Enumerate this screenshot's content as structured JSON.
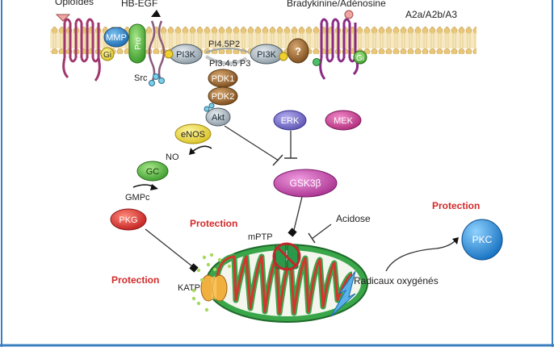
{
  "labels": {
    "opioides": "Opioïdes",
    "hb_egf": "HB-EGF",
    "bradykinine": "Bradykinine/Adénosine",
    "a2a": "A2a/A2b/A3",
    "mmp": "MMP",
    "pro": "Pro",
    "gi_left": "Gi",
    "gi_right": "Gi",
    "pi3k_left": "PI3K",
    "pi3k_right": "PI3K",
    "question": "?",
    "src": "Src",
    "pi45p2": "PI4.5P2",
    "pi345p3": "PI3.4.5 P3",
    "pdk1": "PDK1",
    "pdk2": "PDK2",
    "akt": "Akt",
    "enos": "eNOS",
    "no": "NO",
    "gc": "GC",
    "gmpc": "GMPc",
    "pkg": "PKG",
    "erk": "ERK",
    "mek": "MEK",
    "gsk3b": "GSK3β",
    "protection_center": "Protection",
    "protection_left": "Protection",
    "protection_right": "Protection",
    "acidose": "Acidose",
    "mptp": "mPTP",
    "katp": "KATP",
    "radicaux": "Radicaux oxygénés",
    "pkc": "PKC"
  },
  "colors": {
    "membrane": "#e8c77a",
    "receptor": "#a0366e",
    "erk": "#7a73c4",
    "mek": "#c43a8a",
    "gsk": "#c04aa8",
    "pkg": "#d8342c",
    "pkc": "#2a8fd8",
    "protection": "#d22a2a",
    "mito": "#3aa64a",
    "mito_inner": "#d2362e"
  }
}
